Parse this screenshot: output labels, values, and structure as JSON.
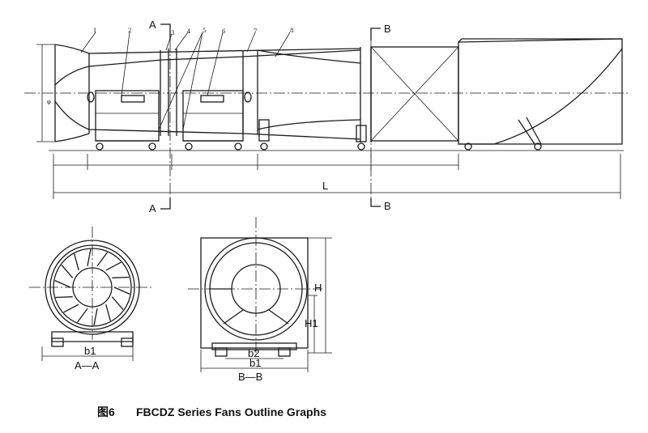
{
  "caption": {
    "figure_no": "图6",
    "title": "FBCDZ Series Fans Outline Graphs"
  },
  "section_marks": {
    "a": "A",
    "b": "B"
  },
  "dimensions": {
    "L": "L",
    "H": "H",
    "H1": "H1",
    "b1": "b1",
    "b2": "b2",
    "phi": "φ"
  },
  "views": {
    "section_aa": "A—A",
    "section_bb": "B—B"
  },
  "part_numbers": [
    "1",
    "2",
    "3",
    "4",
    "5",
    "6",
    "7",
    "8"
  ]
}
